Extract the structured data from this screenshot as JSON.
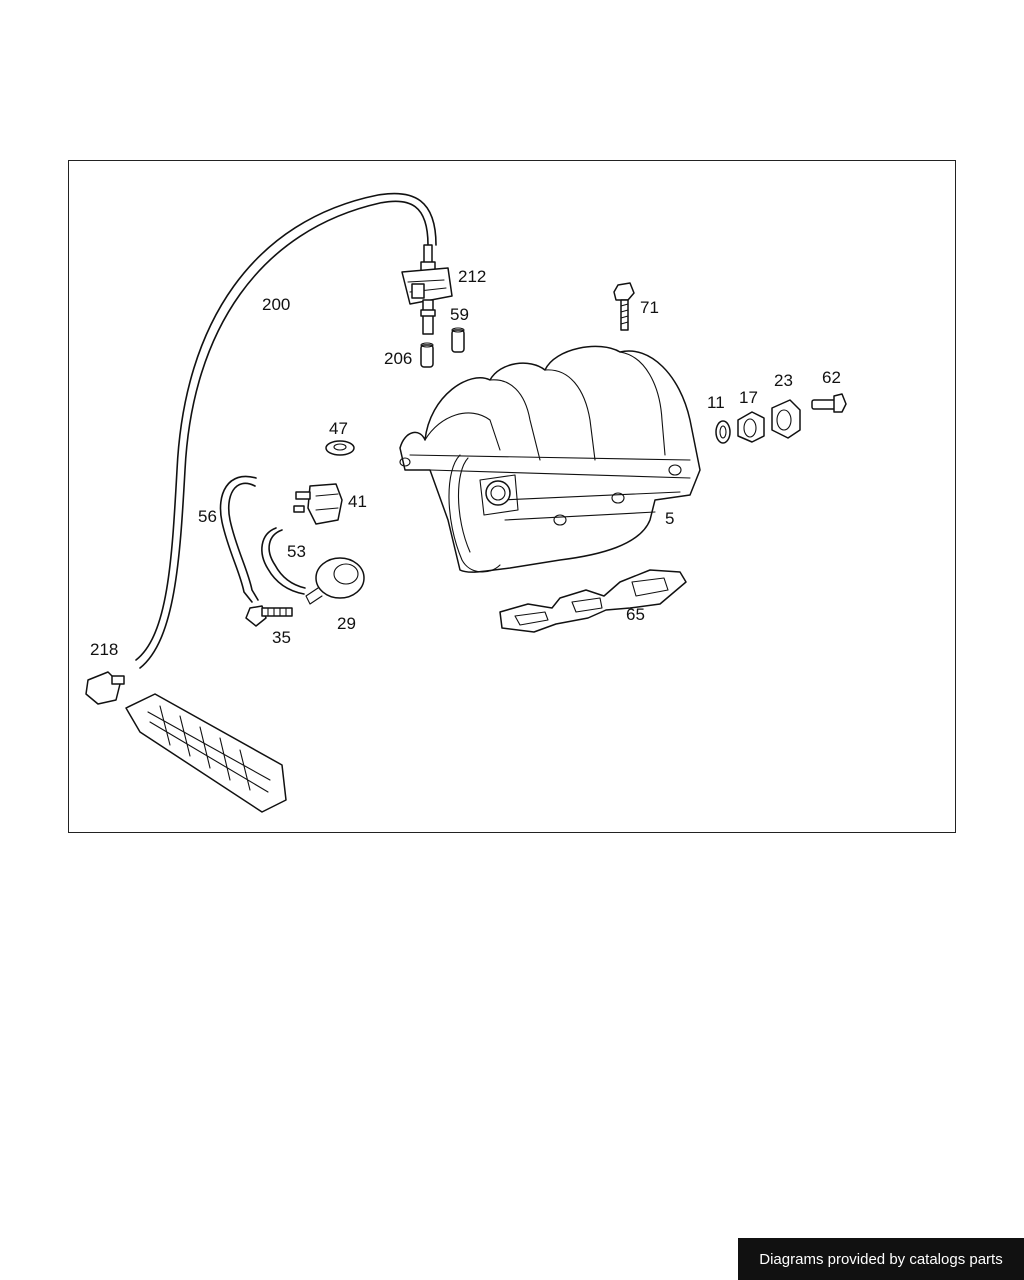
{
  "diagram": {
    "callouts": {
      "c200": "200",
      "c212": "212",
      "c59": "59",
      "c206": "206",
      "c71": "71",
      "c11": "11",
      "c17": "17",
      "c23": "23",
      "c62": "62",
      "c47": "47",
      "c41": "41",
      "c56": "56",
      "c53": "53",
      "c29": "29",
      "c35": "35",
      "c5": "5",
      "c65": "65",
      "c218": "218"
    }
  },
  "footer": {
    "credit": "Diagrams provided by catalogs parts"
  }
}
